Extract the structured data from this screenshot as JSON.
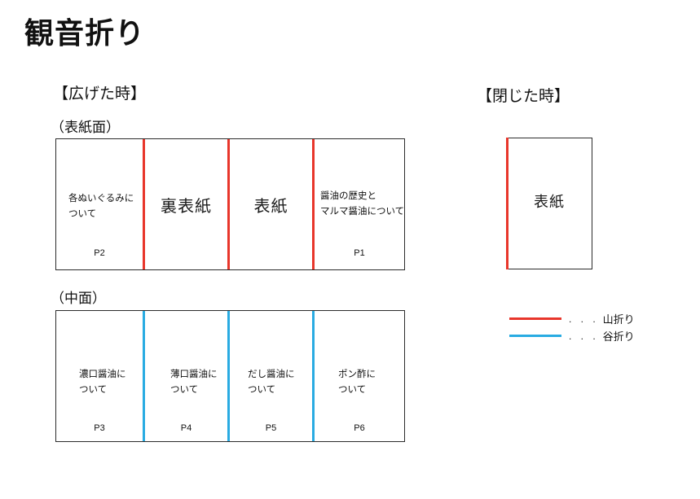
{
  "title": "観音折り",
  "colors": {
    "mountain_fold": "#e8362b",
    "valley_fold": "#29abe2"
  },
  "opened": {
    "heading": "【広げた時】",
    "cover_side": {
      "label": "（表紙面）",
      "fold_type": "mountain",
      "panels": [
        {
          "line1": "各ぬいぐるみに",
          "line2": "ついて",
          "page": "P2"
        },
        {
          "label": "裏表紙"
        },
        {
          "label": "表紙"
        },
        {
          "line1": "醤油の歴史と",
          "line2": "マルマ醤油について",
          "page": "P1"
        }
      ]
    },
    "inner_side": {
      "label": "（中面）",
      "fold_type": "valley",
      "panels": [
        {
          "line1": "濃口醤油に",
          "line2": "ついて",
          "page": "P3"
        },
        {
          "line1": "薄口醤油に",
          "line2": "ついて",
          "page": "P4"
        },
        {
          "line1": "だし醤油に",
          "line2": "ついて",
          "page": "P5"
        },
        {
          "line1": "ポン酢に",
          "line2": "ついて",
          "page": "P6"
        }
      ]
    }
  },
  "closed": {
    "heading": "【閉じた時】",
    "label": "表紙"
  },
  "legend": {
    "items": [
      {
        "color": "#e8362b",
        "separator": ". . .",
        "label": "山折り"
      },
      {
        "color": "#29abe2",
        "separator": ". . .",
        "label": "谷折り"
      }
    ]
  }
}
